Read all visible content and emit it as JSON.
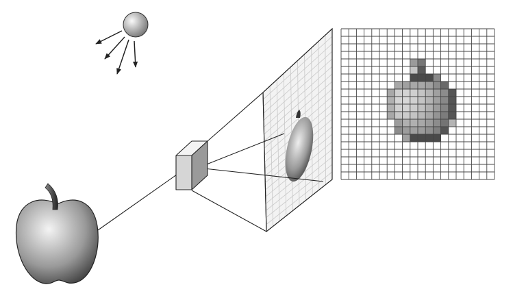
{
  "diagram": {
    "elements": [
      "light-source",
      "light-rays",
      "apple",
      "camera",
      "image-plane",
      "projected-apple",
      "pixel-grid"
    ],
    "colors": {
      "line": "#222222",
      "grid_line": "#444444",
      "screen_grid": "#cfcfcf",
      "screen_fill": "#f2f2f2"
    },
    "pixel_grid": {
      "columns": 20,
      "rows": 20,
      "pixels": [
        [
          4,
          9,
          "#9a9a9a"
        ],
        [
          4,
          10,
          "#777777"
        ],
        [
          5,
          9,
          "#c4c4c4"
        ],
        [
          5,
          10,
          "#5a5a5a"
        ],
        [
          6,
          9,
          "#4a4a4a"
        ],
        [
          6,
          10,
          "#4a4a4a"
        ],
        [
          6,
          11,
          "#4a4a4a"
        ],
        [
          6,
          12,
          "#8a8a8a"
        ],
        [
          7,
          7,
          "#a8a8a8"
        ],
        [
          7,
          8,
          "#a0a0a0"
        ],
        [
          7,
          9,
          "#a8a8a8"
        ],
        [
          7,
          10,
          "#a8a8a8"
        ],
        [
          7,
          11,
          "#a0a0a0"
        ],
        [
          7,
          12,
          "#8c8c8c"
        ],
        [
          7,
          13,
          "#6a6a6a"
        ],
        [
          8,
          6,
          "#a8a8a8"
        ],
        [
          8,
          7,
          "#cfcfcf"
        ],
        [
          8,
          8,
          "#d4d4d4"
        ],
        [
          8,
          9,
          "#cfcfcf"
        ],
        [
          8,
          10,
          "#c4c4c4"
        ],
        [
          8,
          11,
          "#b4b4b4"
        ],
        [
          8,
          12,
          "#a0a0a0"
        ],
        [
          8,
          13,
          "#8c8c8c"
        ],
        [
          8,
          14,
          "#555555"
        ],
        [
          9,
          6,
          "#b0b0b0"
        ],
        [
          9,
          7,
          "#d4d4d4"
        ],
        [
          9,
          8,
          "#d8d8d8"
        ],
        [
          9,
          9,
          "#d0d0d0"
        ],
        [
          9,
          10,
          "#c4c4c4"
        ],
        [
          9,
          11,
          "#b4b4b4"
        ],
        [
          9,
          12,
          "#a0a0a0"
        ],
        [
          9,
          13,
          "#888888"
        ],
        [
          9,
          14,
          "#555555"
        ],
        [
          10,
          6,
          "#b0b0b0"
        ],
        [
          10,
          7,
          "#d0d0d0"
        ],
        [
          10,
          8,
          "#d4d4d4"
        ],
        [
          10,
          9,
          "#cccccc"
        ],
        [
          10,
          10,
          "#c0c0c0"
        ],
        [
          10,
          11,
          "#b0b0b0"
        ],
        [
          10,
          12,
          "#9c9c9c"
        ],
        [
          10,
          13,
          "#848484"
        ],
        [
          10,
          14,
          "#555555"
        ],
        [
          11,
          6,
          "#a8a8a8"
        ],
        [
          11,
          7,
          "#c8c8c8"
        ],
        [
          11,
          8,
          "#cccccc"
        ],
        [
          11,
          9,
          "#c4c4c4"
        ],
        [
          11,
          10,
          "#b8b8b8"
        ],
        [
          11,
          11,
          "#a8a8a8"
        ],
        [
          11,
          12,
          "#949494"
        ],
        [
          11,
          13,
          "#7c7c7c"
        ],
        [
          11,
          14,
          "#555555"
        ],
        [
          12,
          7,
          "#9c9c9c"
        ],
        [
          12,
          8,
          "#b0b0b0"
        ],
        [
          12,
          9,
          "#b0b0b0"
        ],
        [
          12,
          10,
          "#a8a8a8"
        ],
        [
          12,
          11,
          "#9c9c9c"
        ],
        [
          12,
          12,
          "#8c8c8c"
        ],
        [
          12,
          13,
          "#747474"
        ],
        [
          12,
          14,
          "#b4b4b4"
        ],
        [
          13,
          7,
          "#8c8c8c"
        ],
        [
          13,
          8,
          "#9c9c9c"
        ],
        [
          13,
          9,
          "#a0a0a0"
        ],
        [
          13,
          10,
          "#9c9c9c"
        ],
        [
          13,
          11,
          "#909090"
        ],
        [
          13,
          12,
          "#808080"
        ],
        [
          13,
          13,
          "#555555"
        ],
        [
          14,
          8,
          "#a0a0a0"
        ],
        [
          14,
          9,
          "#4a4a4a"
        ],
        [
          14,
          10,
          "#4a4a4a"
        ],
        [
          14,
          11,
          "#4a4a4a"
        ],
        [
          14,
          12,
          "#4a4a4a"
        ]
      ]
    }
  }
}
